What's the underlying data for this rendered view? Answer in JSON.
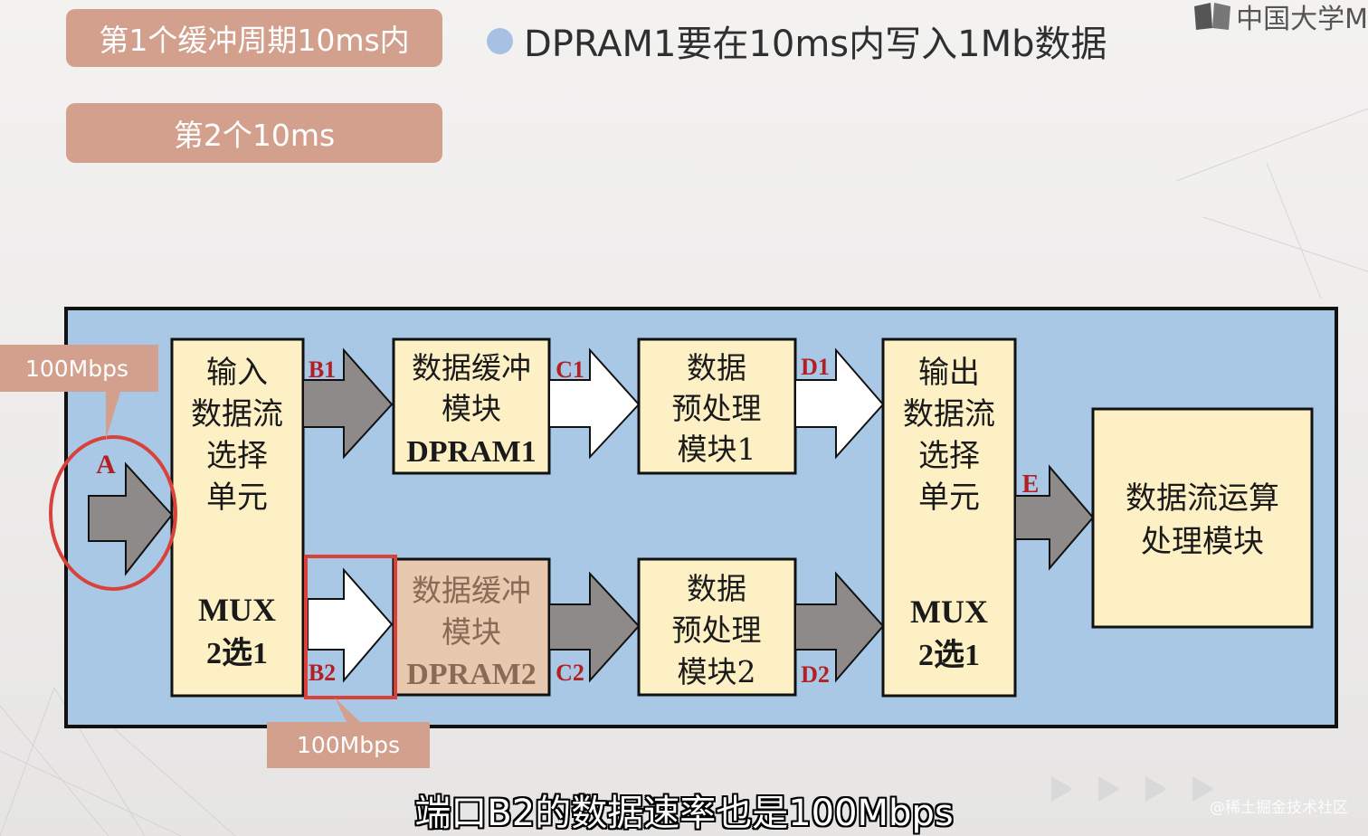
{
  "header": {
    "period1_label": "第1个缓冲周期10ms内",
    "period2_label": "第2个10ms",
    "bullet_text": "DPRAM1要在10ms内写入1Mb数据",
    "logo_text": "中国大学M",
    "bullet_color": "#a7c1e4",
    "pill_color": "#d2a08d"
  },
  "diagram": {
    "panel_color": "#a9c8e6",
    "block_color": "#fdf0c4",
    "highlight_block_color": "#e8c8ae",
    "input_block": {
      "lines": [
        "输入",
        "数据流",
        "选择",
        "单元"
      ],
      "mux": "MUX",
      "mux_sel": "2选1"
    },
    "buffer1": {
      "lines": [
        "数据缓冲",
        "模块"
      ],
      "name": "DPRAM1"
    },
    "buffer2": {
      "lines": [
        "数据缓冲",
        "模块"
      ],
      "name": "DPRAM2"
    },
    "pre1": {
      "lines": [
        "数据",
        "预处理",
        "模块1"
      ]
    },
    "pre2": {
      "lines": [
        "数据",
        "预处理",
        "模块2"
      ]
    },
    "output_block": {
      "lines": [
        "输出",
        "数据流",
        "选择",
        "单元"
      ],
      "mux": "MUX",
      "mux_sel": "2选1"
    },
    "compute_block": {
      "lines": [
        "数据流运算",
        "处理模块"
      ]
    },
    "ports": {
      "a": "A",
      "b1": "B1",
      "b2": "B2",
      "c1": "C1",
      "c2": "C2",
      "d1": "D1",
      "d2": "D2",
      "e": "E"
    },
    "callout_a": "100Mbps",
    "callout_b2": "100Mbps",
    "highlight_color": "#d8423a"
  },
  "subtitle": "端口B2的数据速率也是100Mbps",
  "watermark": "@稀土掘金技术社区"
}
